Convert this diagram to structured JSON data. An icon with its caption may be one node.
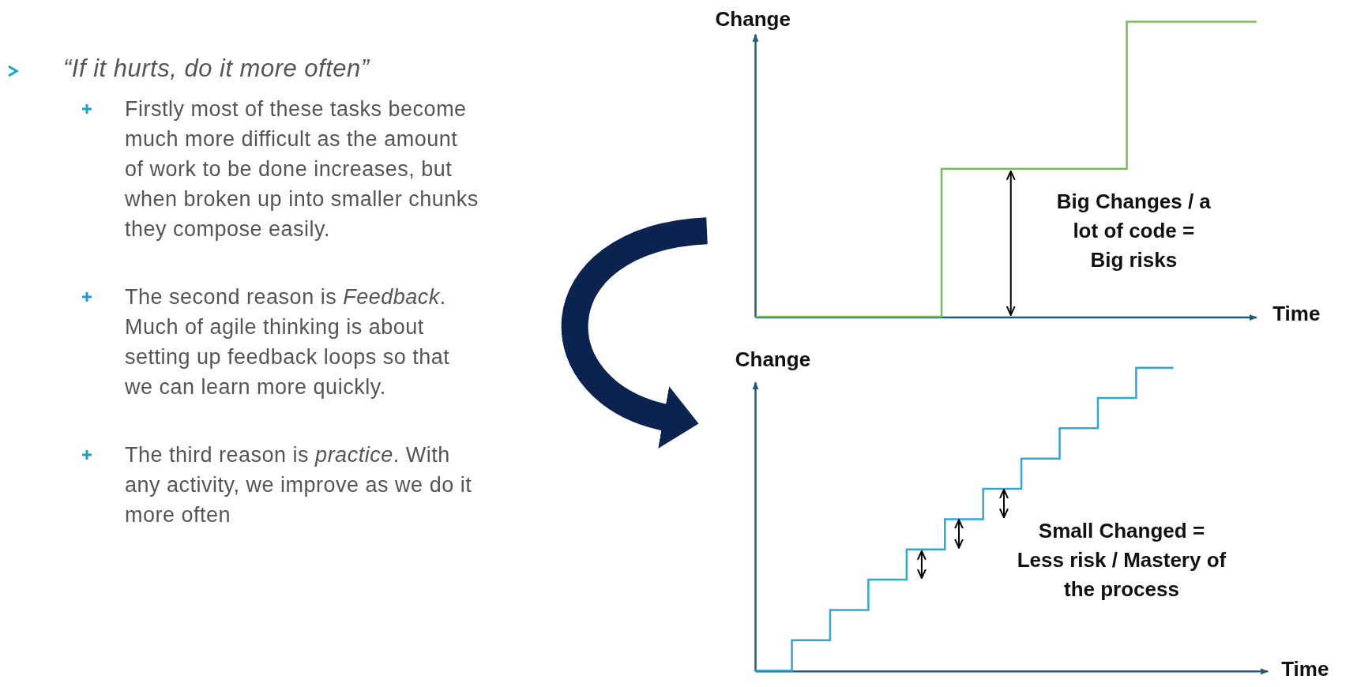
{
  "diagram": {
    "nodes": [
      {
        "text": [
          "Change",
          "Time",
          "Big Changes / a lot of code = Big risks"
        ]
      },
      {
        "text": [
          "Change",
          "Time",
          "Small Changed = Less risk / Mastery of the process"
        ]
      }
    ],
    "edges": [
      {
        "from": 0,
        "to": 1,
        "arrow": "to"
      }
    ],
    "labels": [
      "“If it hurts, do it more often”",
      "Firstly most of these tasks become much more difficult as the amount of work to be done increases, but when broken up into smaller chunks they compose easily.",
      "The second reason is *Feedback*. Much of agile thinking is about setting up feedback loops so that we can learn more quickly.",
      "The third reason is *practice*. With any activity, we improve as we do it more often"
    ]
  }
}
